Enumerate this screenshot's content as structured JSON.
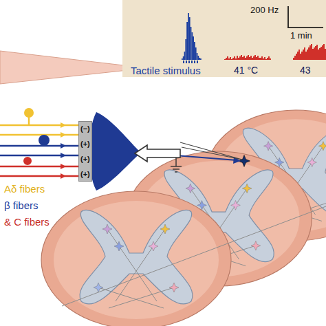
{
  "diagram": {
    "nodes": [
      {
        "text": [
          "200 Hz",
          "1 min",
          "Tactile stimulus",
          "41 °C",
          "43"
        ]
      },
      {
        "text": [
          "(−)",
          "(+)",
          "(+)",
          "(+)"
        ]
      }
    ],
    "labels": [
      "Aδ fibers",
      "β fibers",
      "& C fibers"
    ]
  }
}
